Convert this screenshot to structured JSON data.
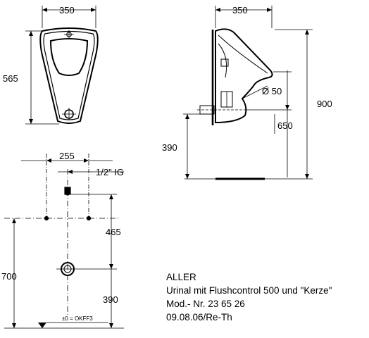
{
  "front_view": {
    "width": "350",
    "height": "565"
  },
  "side_view": {
    "depth": "350",
    "total_height": "900",
    "outlet_diameter": "Ø 50",
    "outlet_height": "650",
    "lower_height": "390"
  },
  "installation": {
    "spacing": "255",
    "inlet": "1/2\" IG",
    "inlet_to_outlet": "465",
    "outlet_height": "390",
    "inlet_height": "700",
    "floor_label": "±0 = OKFF3"
  },
  "caption": {
    "name": "ALLER",
    "description": "Urinal mit Flushcontrol 500 und \"Kerze\"",
    "model": "Mod.- Nr. 23 65 26",
    "date": "09.08.06/Re-Th"
  }
}
